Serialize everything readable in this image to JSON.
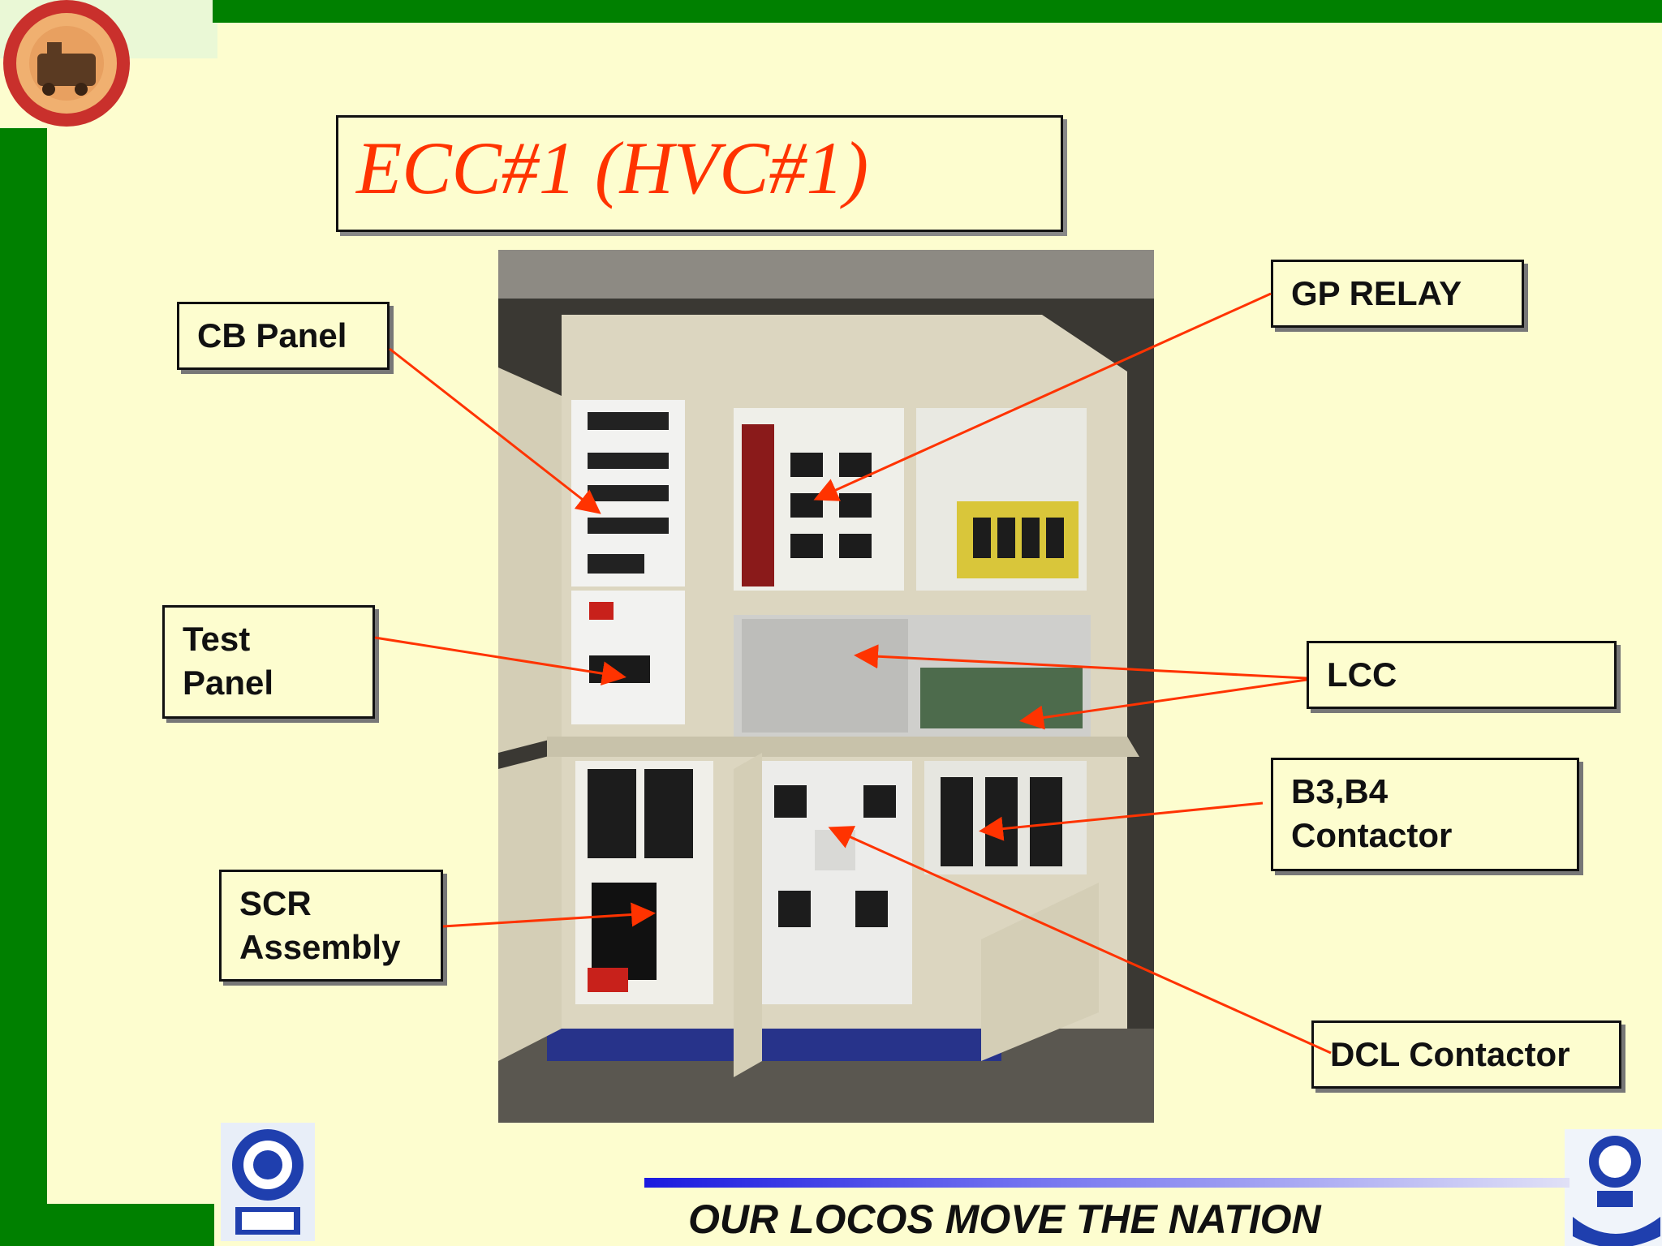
{
  "slide": {
    "title": "ECC#1 (HVC#1)",
    "footer": "OUR LOCOS MOVE THE NATION"
  },
  "labels": {
    "cb_panel": "CB Panel",
    "test_panel": "Test\nPanel",
    "scr_assembly": "SCR\nAssembly",
    "gp_relay": "GP RELAY",
    "lcc": "LCC",
    "b3b4_contactor": "B3,B4\nContactor",
    "dcl_contactor": "DCL Contactor"
  },
  "colors": {
    "slide_background": "#fdfdcf",
    "frame_green": "#008000",
    "title_red": "#ff3300",
    "arrow_red": "#ff3300"
  },
  "images": {
    "photo": "electrical-control-cabinet-photo",
    "logo_top_left": "locomotive-emblem-logo",
    "logo_bottom_left": "indian-railways-dlw-logo",
    "logo_bottom_right": "dlw-design-logo"
  }
}
